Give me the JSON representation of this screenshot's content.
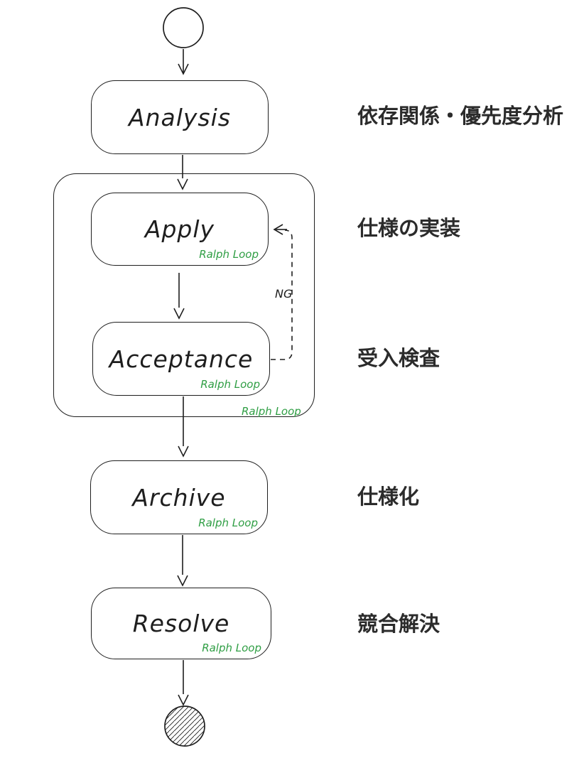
{
  "diagram": {
    "type": "state-flow",
    "nodes": [
      {
        "id": "analysis",
        "label": "Analysis",
        "annotation": "",
        "description": "依存関係・優先度分析"
      },
      {
        "id": "apply",
        "label": "Apply",
        "annotation": "Ralph Loop",
        "description": "仕様の実装"
      },
      {
        "id": "acceptance",
        "label": "Acceptance",
        "annotation": "Ralph Loop",
        "description": "受入検査"
      },
      {
        "id": "archive",
        "label": "Archive",
        "annotation": "Ralph Loop",
        "description": "仕様化"
      },
      {
        "id": "resolve",
        "label": "Resolve",
        "annotation": "Ralph Loop",
        "description": "競合解決"
      }
    ],
    "container": {
      "label": "Ralph Loop",
      "contains": [
        "apply",
        "acceptance"
      ]
    },
    "edges": [
      {
        "from": "start",
        "to": "analysis",
        "style": "solid"
      },
      {
        "from": "analysis",
        "to": "apply",
        "style": "solid"
      },
      {
        "from": "apply",
        "to": "acceptance",
        "style": "solid"
      },
      {
        "from": "acceptance",
        "to": "apply",
        "style": "dashed",
        "label": "NG"
      },
      {
        "from": "acceptance",
        "to": "archive",
        "style": "solid"
      },
      {
        "from": "archive",
        "to": "resolve",
        "style": "solid"
      },
      {
        "from": "resolve",
        "to": "end",
        "style": "solid"
      }
    ],
    "ng_label": "NG",
    "colors": {
      "stroke": "#1e1e1e",
      "annotation_green": "#2f9e44",
      "background": "#ffffff"
    }
  }
}
